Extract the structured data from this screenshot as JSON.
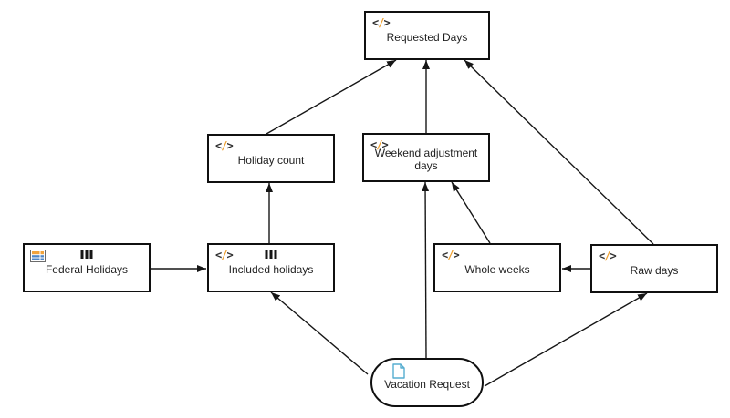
{
  "nodes": {
    "requested_days": {
      "label": "Requested Days",
      "type": "decision",
      "icons": [
        "code-icon"
      ]
    },
    "holiday_count": {
      "label": "Holiday count",
      "type": "decision",
      "icons": [
        "code-icon"
      ]
    },
    "weekend_adjustment_days": {
      "label": "Weekend adjustment days",
      "type": "decision",
      "icons": [
        "code-icon"
      ]
    },
    "federal_holidays": {
      "label": "Federal Holidays",
      "type": "decision",
      "icons": [
        "decision-table-icon",
        "collection-marker"
      ]
    },
    "included_holidays": {
      "label": "Included holidays",
      "type": "decision",
      "icons": [
        "code-icon",
        "collection-marker"
      ]
    },
    "whole_weeks": {
      "label": "Whole weeks",
      "type": "decision",
      "icons": [
        "code-icon"
      ]
    },
    "raw_days": {
      "label": "Raw days",
      "type": "decision",
      "icons": [
        "code-icon"
      ]
    },
    "vacation_request": {
      "label": "Vacation Request",
      "type": "input-data",
      "icons": [
        "document-icon"
      ]
    }
  },
  "edges": [
    {
      "from": "holiday_count",
      "to": "requested_days"
    },
    {
      "from": "weekend_adjustment_days",
      "to": "requested_days"
    },
    {
      "from": "raw_days",
      "to": "requested_days"
    },
    {
      "from": "included_holidays",
      "to": "holiday_count"
    },
    {
      "from": "federal_holidays",
      "to": "included_holidays"
    },
    {
      "from": "whole_weeks",
      "to": "weekend_adjustment_days"
    },
    {
      "from": "raw_days",
      "to": "whole_weeks"
    },
    {
      "from": "vacation_request",
      "to": "included_holidays"
    },
    {
      "from": "vacation_request",
      "to": "weekend_adjustment_days"
    },
    {
      "from": "vacation_request",
      "to": "raw_days"
    }
  ],
  "colors": {
    "node_border": "#101010",
    "node_fill": "#ffffff",
    "label_text": "#1f1f1f",
    "edge": "#161616",
    "code_icon_orange": "#efa02f",
    "code_icon_dark": "#2f2f2f",
    "table_icon_header_orange": "#f2a33c",
    "table_icon_body_blue": "#4f86c6",
    "document_icon_blue": "#56add0"
  }
}
